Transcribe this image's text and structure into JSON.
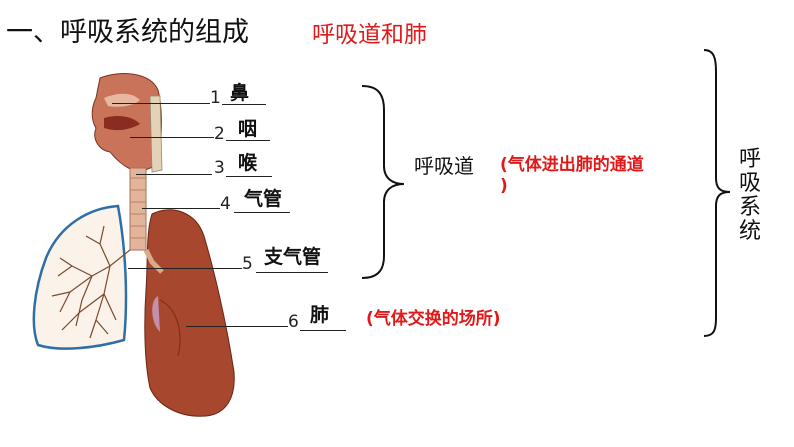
{
  "title": "一、呼吸系统的组成",
  "subtitle": "呼吸道和肺",
  "parts": [
    {
      "num": "1",
      "answer": "鼻"
    },
    {
      "num": "2",
      "answer": "咽"
    },
    {
      "num": "3",
      "answer": "喉"
    },
    {
      "num": "4",
      "answer": "气管"
    },
    {
      "num": "5",
      "answer": "支气管"
    },
    {
      "num": "6",
      "answer": "肺"
    }
  ],
  "airway_label": "呼吸道",
  "airway_note": "(气体进出肺的通道",
  "airway_note_end": ")",
  "lung_note": "(气体交换的场所)",
  "system_label": [
    "呼",
    "吸",
    "系",
    "统"
  ],
  "colors": {
    "red": "#e01a1a",
    "lung": "#a7482e",
    "airway": "#d9a98c"
  }
}
